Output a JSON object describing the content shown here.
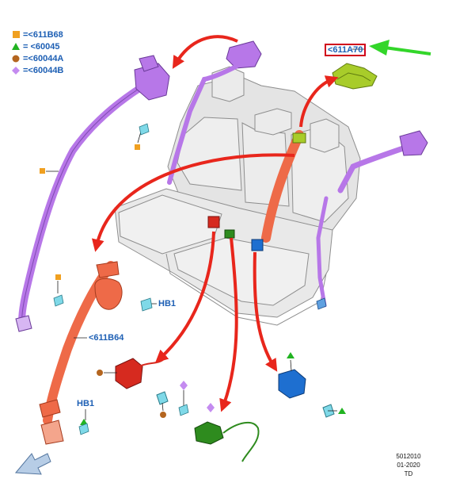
{
  "legend": [
    {
      "symbol": "square-orange",
      "text": "=<611B68",
      "color": "#f0a020"
    },
    {
      "symbol": "triangle-green",
      "text": "= <60045",
      "color": "#21b321"
    },
    {
      "symbol": "circle-brown",
      "text": "=<60044A",
      "color": "#b4651f"
    },
    {
      "symbol": "diamond-violet",
      "text": "=<60044B",
      "color": "#c48bf0"
    }
  ],
  "callouts": {
    "headrest_label": "<611A70",
    "right_belt_label": "<611B64",
    "hb1_upper": "HB1",
    "hb1_lower": "HB1"
  },
  "footer": {
    "code": "5012010",
    "date": "01-2020",
    "initials": "TD"
  },
  "colors": {
    "arrow_red": "#e8261c",
    "arrow_green": "#33d62a",
    "belt_violet": "#b777e8",
    "belt_orange": "#ee6a48",
    "buckle_red": "#d62a1f",
    "buckle_green": "#2e8b1e",
    "buckle_blue": "#1e6fd0",
    "headrest_green": "#a8cc2a",
    "label_blue": "#1d5fb4"
  }
}
